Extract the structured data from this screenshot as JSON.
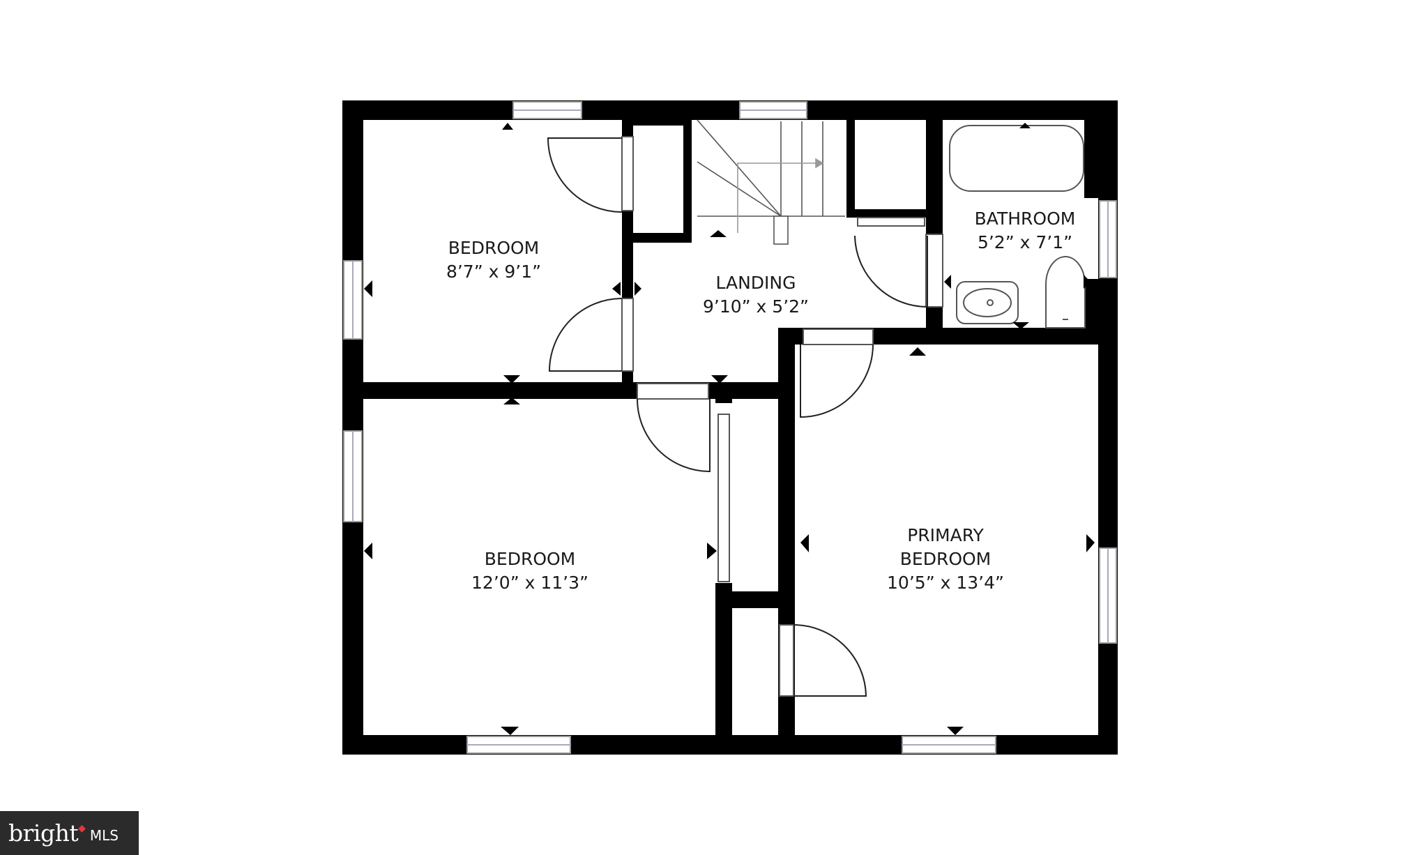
{
  "rooms": [
    {
      "name": "BEDROOM",
      "dims": "8’7” x 9’1”"
    },
    {
      "name": "LANDING",
      "dims": "9’10” x 5’2”"
    },
    {
      "name": "BATHROOM",
      "dims": "5’2” x 7’1”"
    },
    {
      "name": "BEDROOM",
      "dims": "12’0” x 11’3”"
    },
    {
      "name": "PRIMARY",
      "name2": "BEDROOM",
      "dims": "10’5” x 13’4”"
    }
  ],
  "logo": {
    "brand": "bright",
    "suffix": "MLS"
  },
  "colors": {
    "wall": "#000000",
    "window": "#ccccdd",
    "line": "#333333"
  }
}
